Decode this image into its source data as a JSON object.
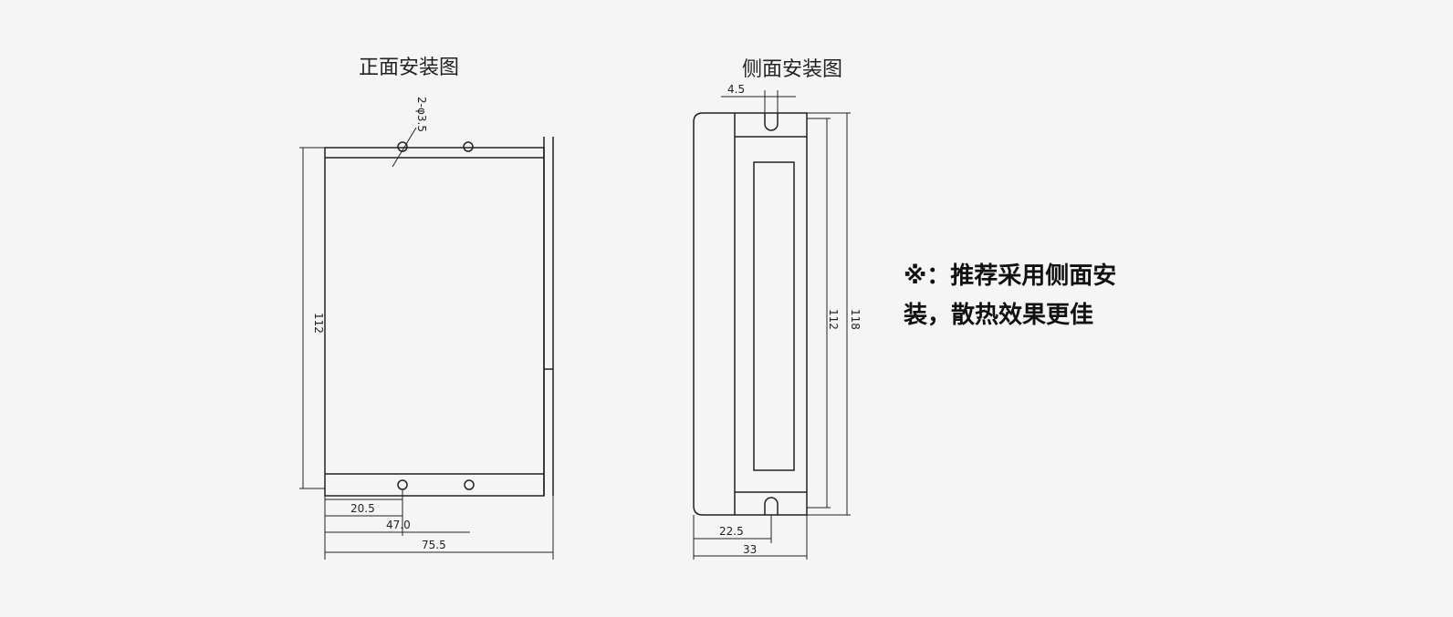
{
  "front_view": {
    "title": "正面安装图",
    "dims": {
      "height": "112",
      "hole_offset": "20.5",
      "hole_spacing": "47.0",
      "width": "75.5",
      "hole_dia": "2-φ3.5"
    }
  },
  "side_view": {
    "title": "侧面安装图",
    "dims": {
      "slot": "4.5",
      "inner_height": "112",
      "outer_height": "118",
      "slot_offset": "22.5",
      "depth": "33"
    }
  },
  "note": "※：推荐采用侧面安装，散热效果更佳"
}
